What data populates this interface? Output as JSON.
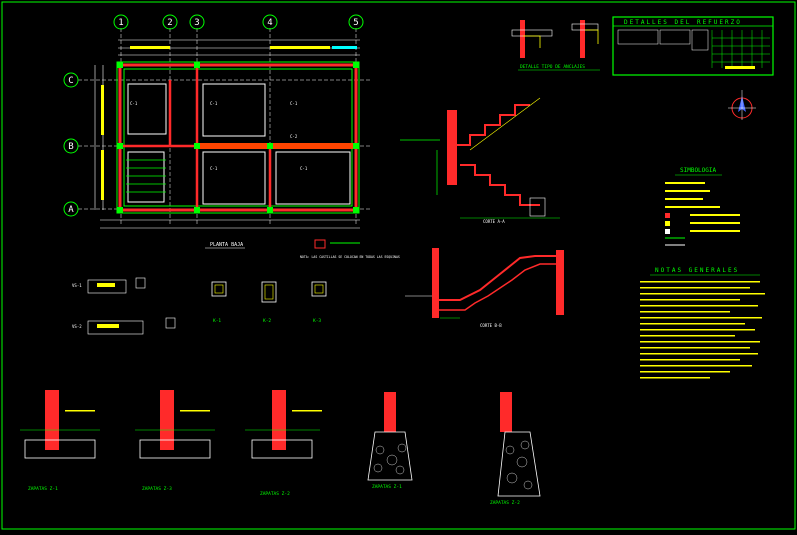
{
  "colors": {
    "frame": "#00ff00",
    "wall": "#ff2a2a",
    "dim": "#ffffff",
    "text": "#ffff00",
    "cyan": "#00ffff",
    "beam": "#ff4400"
  },
  "grid_labels": {
    "top": [
      "1",
      "2",
      "3",
      "4",
      "5"
    ],
    "side": [
      "C",
      "B",
      "A"
    ]
  },
  "titles": {
    "plan": "PLANTA BAJA",
    "anchor_detail": "DETALLE TIPO DE ANCLAJES",
    "section_aa": "CORTE A-A",
    "section_bb": "CORTE B-B",
    "footing_z1": "ZAPATAS Z-1",
    "footing_z3": "ZAPATAS Z-3",
    "footing_z2": "ZAPATAS Z-2",
    "footing_zz1": "ZAPATAS Z-1",
    "footing_zz2": "ZAPATAS Z-2"
  },
  "columns": [
    "K-1",
    "K-2",
    "K-3"
  ],
  "beams": [
    "VS-1",
    "VS-2"
  ],
  "notes": {
    "table_title": "DETALLES DEL REFUERZO",
    "symbology_title": "SIMBOLOGIA",
    "general_title": "NOTAS GENERALES",
    "plan_note": "NOTA: LAS CASTILLAS SE COLOCAN EN TODAS LAS ESQUINAS"
  }
}
